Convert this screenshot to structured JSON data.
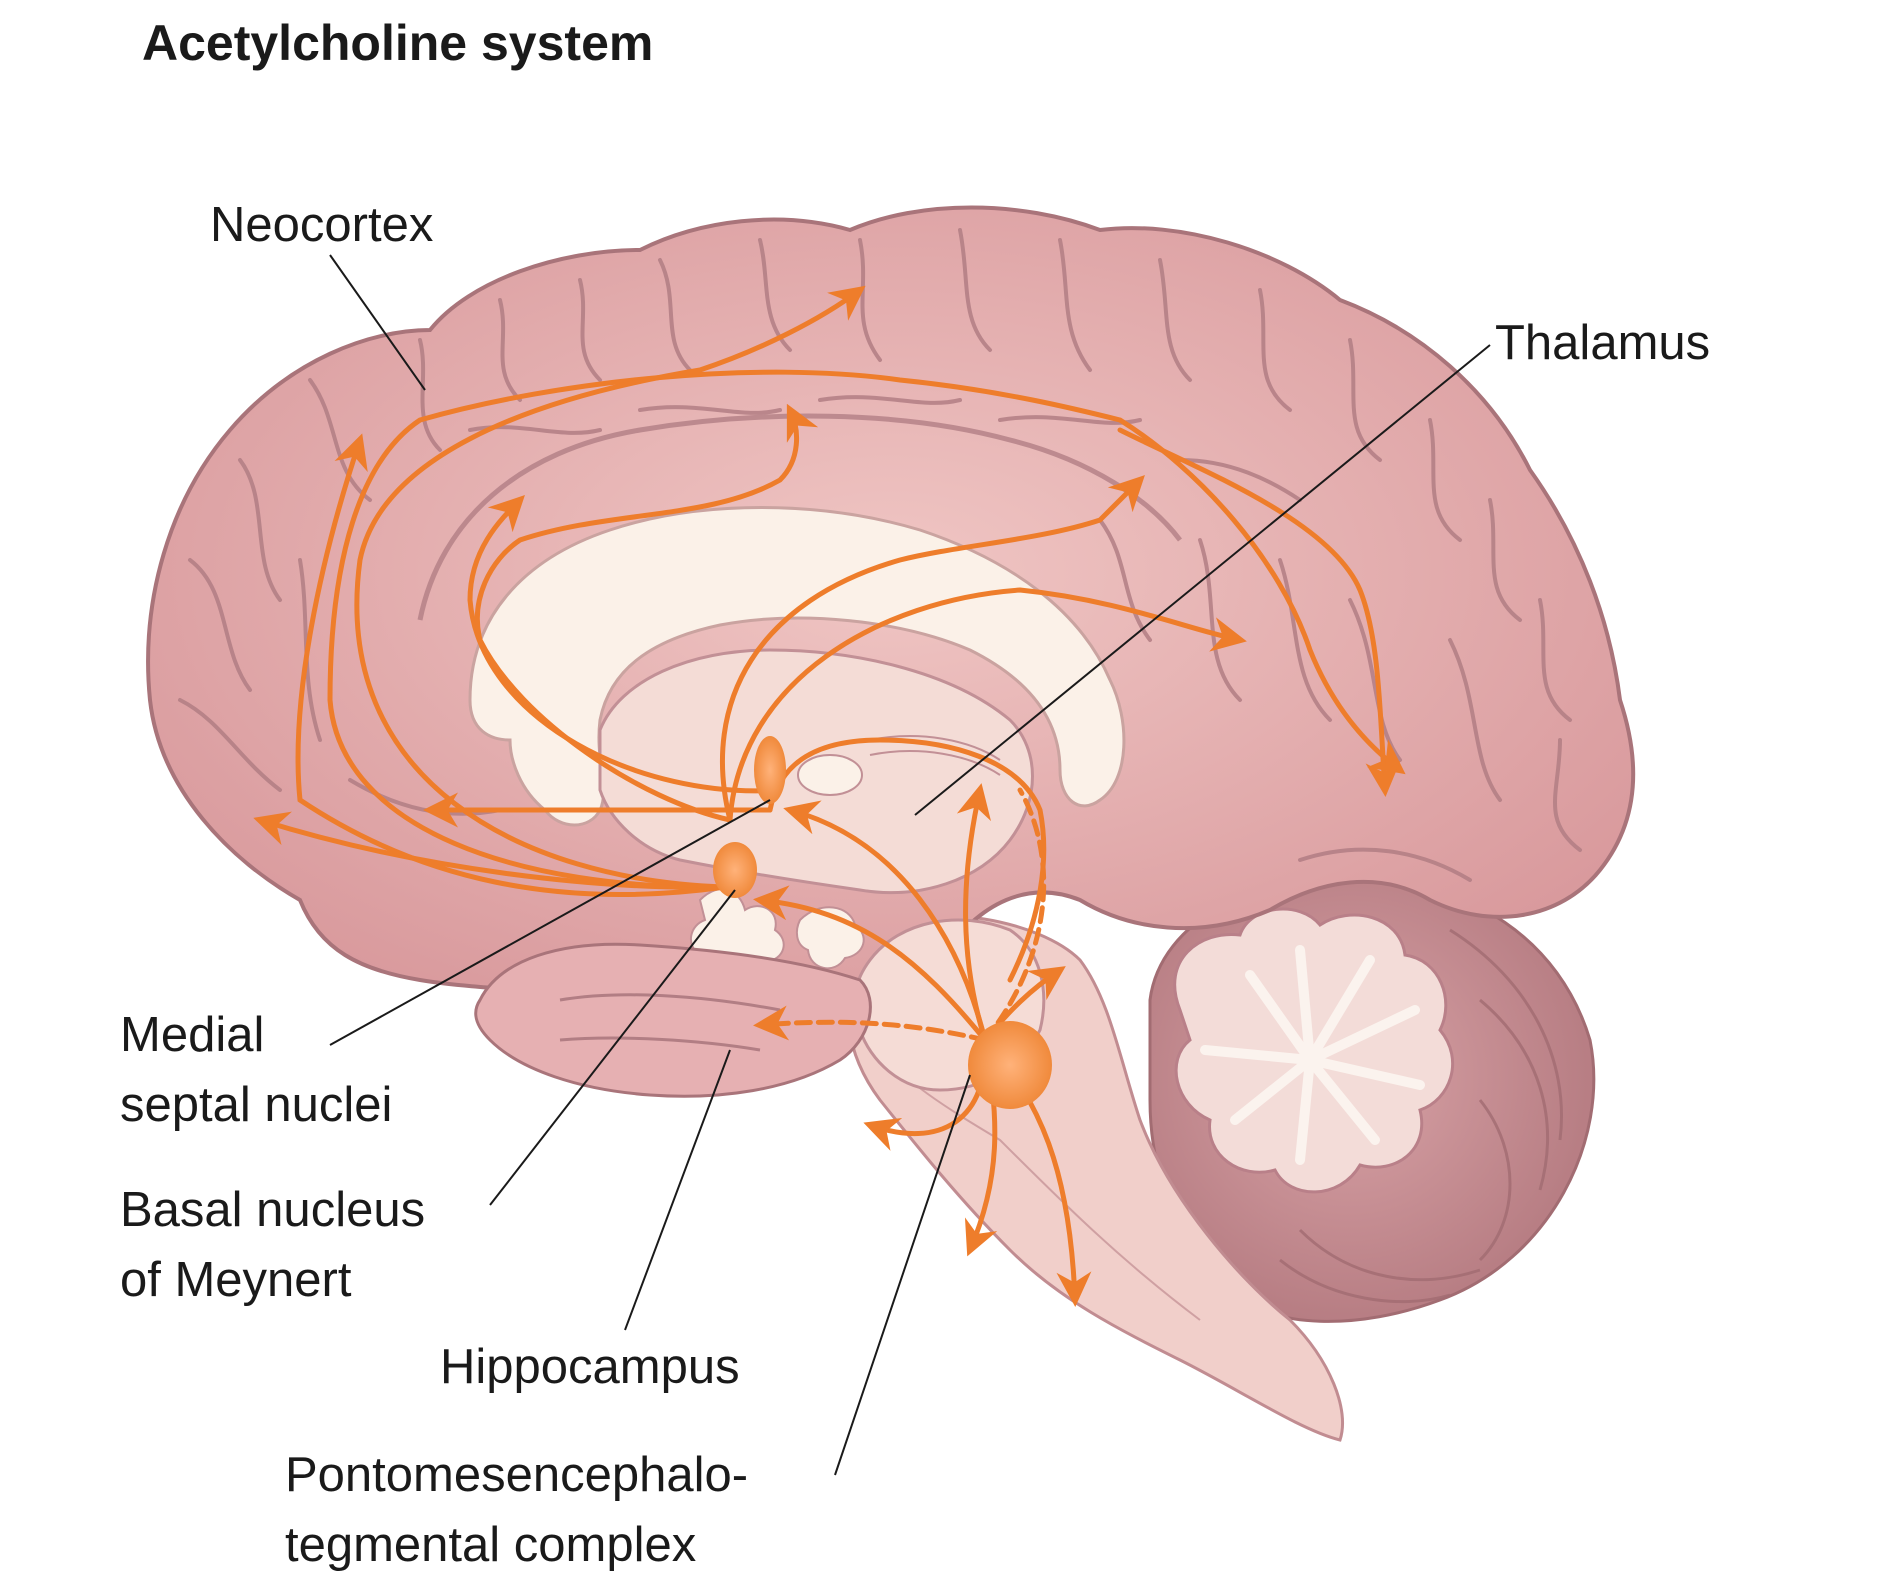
{
  "title": "Acetylcholine system",
  "labels": {
    "neocortex": "Neocortex",
    "thalamus": "Thalamus",
    "medial_septal": [
      "Medial",
      "septal nuclei"
    ],
    "basal_nucleus": [
      "Basal nucleus",
      "of Meynert"
    ],
    "hippocampus": "Hippocampus",
    "pmt_complex": [
      "Pontomesencephalo-",
      "tegmental complex"
    ]
  },
  "colors": {
    "pathway": "#ee7d2b",
    "nucleus": "#f08a3c",
    "brain_tissue": "#e8b3b3",
    "brain_dark": "#c98f93",
    "white_matter": "#fbeee6",
    "leader_line": "#1a1a1a"
  }
}
